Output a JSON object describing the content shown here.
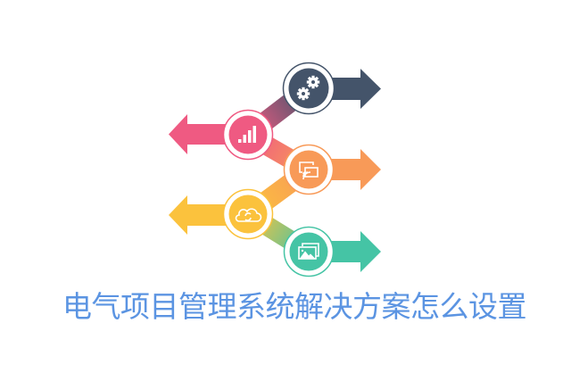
{
  "title": "电气项目管理系统解决方案怎么设置",
  "colors": {
    "dark": "#44546a",
    "pink": "#ef5a82",
    "orange": "#f89a58",
    "yellow": "#fbc23d",
    "teal": "#45c4a5",
    "title": "#5b94e2",
    "icon": "#ffffff"
  },
  "steps": [
    {
      "id": 1,
      "color": "dark",
      "direction": "right",
      "icon": "gears-icon"
    },
    {
      "id": 2,
      "color": "pink",
      "direction": "left",
      "icon": "signal-bars-icon"
    },
    {
      "id": 3,
      "color": "orange",
      "direction": "right",
      "icon": "screen-cast-icon"
    },
    {
      "id": 4,
      "color": "yellow",
      "direction": "left",
      "icon": "cloud-sync-icon"
    },
    {
      "id": 5,
      "color": "teal",
      "direction": "right",
      "icon": "image-gallery-icon"
    }
  ]
}
